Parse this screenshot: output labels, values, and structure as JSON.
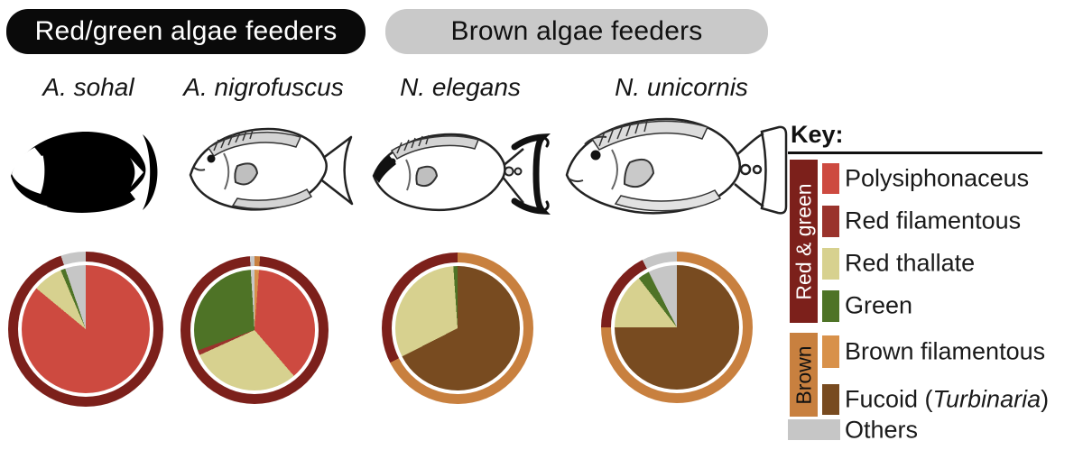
{
  "header": {
    "group_pills": [
      {
        "label": "Red/green algae feeders",
        "bg": "#0a0a0a",
        "text_color": "#ffffff"
      },
      {
        "label": "Brown algae feeders",
        "bg": "#c9c9c9",
        "text_color": "#111111"
      }
    ]
  },
  "species": [
    {
      "name": "A. sohal",
      "group": "Red/green algae feeders"
    },
    {
      "name": "A. nigrofuscus",
      "group": "Red/green algae feeders"
    },
    {
      "name": "N. elegans",
      "group": "Brown algae feeders"
    },
    {
      "name": "N. unicornis",
      "group": "Brown algae feeders"
    }
  ],
  "key": {
    "title": "Key:",
    "group_bars": [
      {
        "label": "Red & green",
        "bg": "#7c201b",
        "text_color": "#ffffff"
      },
      {
        "label": "Brown",
        "bg": "#c8803f",
        "text_color": "#111111"
      }
    ],
    "entries": [
      {
        "label": "Polysiphonaceus",
        "color": "#cd4a40",
        "group": "Red & green"
      },
      {
        "label": "Red filamentous",
        "color": "#9a332c",
        "group": "Red & green"
      },
      {
        "label": "Red thallate",
        "color": "#d7d18f",
        "group": "Red & green"
      },
      {
        "label": "Green",
        "color": "#4e7326",
        "group": "Red & green"
      },
      {
        "label": "Brown filamentous",
        "color": "#d8914a",
        "group": "Brown"
      },
      {
        "label_prefix": "Fucoid (",
        "label_italic": "Turbinaria",
        "label_suffix": ")",
        "color": "#784b20",
        "group": "Brown"
      },
      {
        "label": "Others",
        "color": "#c6c6c6",
        "group": "none"
      }
    ]
  },
  "chart_data": {
    "type": "pie",
    "unit": "percent of diet (estimated from figure)",
    "categories": {
      "polysiphonaceus": {
        "label": "Polysiphonaceus",
        "color": "#cd4a40",
        "group": "red_green"
      },
      "red_filamentous": {
        "label": "Red filamentous",
        "color": "#9a332c",
        "group": "red_green"
      },
      "red_thallate": {
        "label": "Red thallate",
        "color": "#d7d18f",
        "group": "red_green"
      },
      "green": {
        "label": "Green",
        "color": "#4e7326",
        "group": "red_green"
      },
      "brown_filamentous": {
        "label": "Brown filamentous",
        "color": "#d8914a",
        "group": "brown"
      },
      "fucoid": {
        "label": "Fucoid (Turbinaria)",
        "color": "#784b20",
        "group": "brown"
      },
      "others": {
        "label": "Others",
        "color": "#c6c6c6",
        "group": "others"
      }
    },
    "group_ring_colors": {
      "red_green": "#7c201b",
      "brown": "#c8803f",
      "others": "#c6c6c6"
    },
    "pies": [
      {
        "species": "A. sohal",
        "slices": [
          [
            "polysiphonaceus",
            86.0
          ],
          [
            "red_thallate",
            7.6
          ],
          [
            "green",
            1.2
          ],
          [
            "others",
            5.2
          ]
        ]
      },
      {
        "species": "A. nigrofuscus",
        "slices": [
          [
            "brown_filamentous",
            1.2
          ],
          [
            "polysiphonaceus",
            37.5
          ],
          [
            "red_thallate",
            29.5
          ],
          [
            "red_filamentous",
            1.3
          ],
          [
            "green",
            29.5
          ],
          [
            "others",
            1.0
          ]
        ]
      },
      {
        "species": "N. elegans",
        "slices": [
          [
            "fucoid",
            67.5
          ],
          [
            "red_thallate",
            31.4
          ],
          [
            "green",
            1.1
          ]
        ]
      },
      {
        "species": "N. unicornis",
        "slices": [
          [
            "fucoid",
            75.0
          ],
          [
            "red_thallate",
            14.5
          ],
          [
            "green",
            3.0
          ],
          [
            "others",
            7.5
          ]
        ]
      }
    ]
  }
}
